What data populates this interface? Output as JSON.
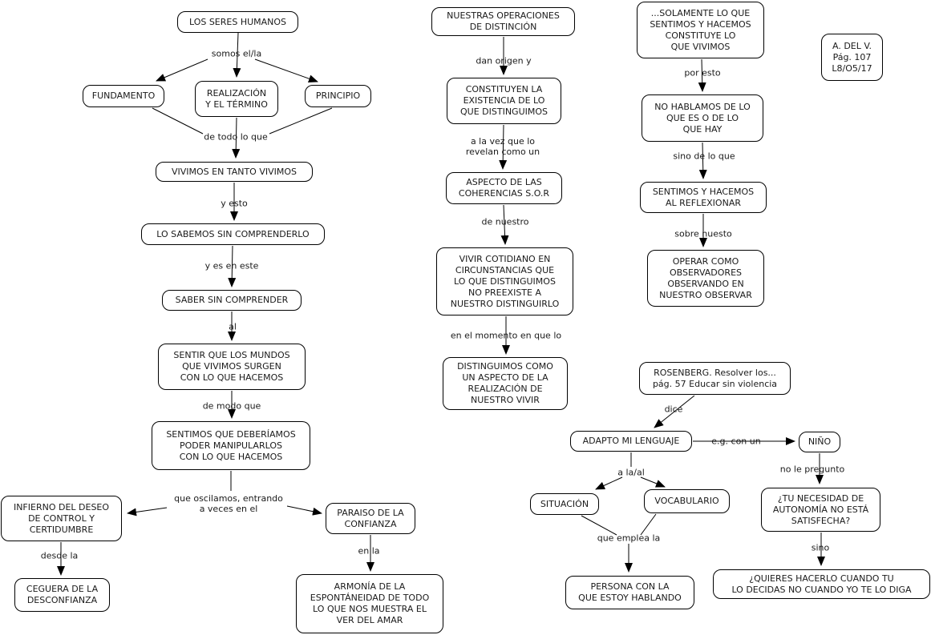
{
  "colors": {
    "background": "#ffffff",
    "node_fill": "#ffffff",
    "node_border": "#000000",
    "line": "#000000",
    "text": "#1a1a1a"
  },
  "nodes": {
    "seres_humanos": {
      "text": "LOS SERES HUMANOS"
    },
    "fundamento": {
      "text": "FUNDAMENTO"
    },
    "realizacion": {
      "text": "REALIZACIÓN\nY EL TÉRMINO"
    },
    "principio": {
      "text": "PRINCIPIO"
    },
    "vivimos": {
      "text": "VIVIMOS EN TANTO VIVIMOS"
    },
    "sabemos": {
      "text": "LO SABEMOS SIN COMPRENDERLO"
    },
    "saber": {
      "text": "SABER SIN COMPRENDER"
    },
    "sentir": {
      "text": "SENTIR QUE LOS MUNDOS\nQUE VIVIMOS SURGEN\nCON LO QUE HACEMOS"
    },
    "sentimos_deberiamos": {
      "text": "SENTIMOS QUE DEBERÍAMOS\nPODER MANIPULARLOS\nCON LO QUE HACEMOS"
    },
    "infierno": {
      "text": "INFIERNO DEL DESEO\nDE CONTROL Y\nCERTIDUMBRE"
    },
    "ceguera": {
      "text": "CEGUERA DE LA\nDESCONFIANZA"
    },
    "paraiso": {
      "text": "PARAISO DE LA\nCONFIANZA"
    },
    "armonia": {
      "text": "ARMONÍA DE LA\nESPONTÁNEIDAD DE TODO\nLO QUE NOS MUESTRA EL\nVER DEL AMAR"
    },
    "operaciones": {
      "text": "NUESTRAS OPERACIONES\nDE DISTINCIÓN"
    },
    "constituyen": {
      "text": "CONSTITUYEN LA\nEXISTENCIA DE LO\nQUE DISTINGUIMOS"
    },
    "aspecto": {
      "text": "ASPECTO DE LAS\nCOHERENCIAS S.O.R"
    },
    "vivir_cotidiano": {
      "text": "VIVIR COTIDIANO EN\nCIRCUNSTANCIAS QUE\nLO QUE DISTINGUIMOS\nNO PREEXISTE A\nNUESTRO DISTINGUIRLO"
    },
    "distinguimos": {
      "text": "DISTINGUIMOS COMO\nUN ASPECTO DE LA\nREALIZACIÓN DE\nNUESTRO VIVIR"
    },
    "solamente": {
      "text": "...SOLAMENTE LO QUE\nSENTIMOS Y HACEMOS\nCONSTITUYE LO\nQUE VIVIMOS"
    },
    "no_hablamos": {
      "text": "NO HABLAMOS DE LO\nQUE ES O DE LO\nQUE HAY"
    },
    "adv_ref": {
      "text": "A. DEL V.\nPág. 107\nL8/O5/17"
    },
    "sentimos_reflexionar": {
      "text": "SENTIMOS Y HACEMOS\nAL REFLEXIONAR"
    },
    "operar": {
      "text": "OPERAR COMO\nOBSERVADORES\nOBSERVANDO EN\nNUESTRO OBSERVAR"
    },
    "rosenberg": {
      "text": "ROSENBERG. Resolver los...\npág. 57 Educar sin violencia"
    },
    "adapto": {
      "text": "ADAPTO MI LENGUAJE"
    },
    "nino": {
      "text": "NIÑO"
    },
    "situacion": {
      "text": "SITUACIÓN"
    },
    "vocabulario": {
      "text": "VOCABULARIO"
    },
    "persona": {
      "text": "PERSONA CON LA\nQUE ESTOY HABLANDO"
    },
    "necesidad": {
      "text": "¿TU NECESIDAD DE\nAUTONOMÍA NO ESTÁ\nSATISFECHA?"
    },
    "quieres": {
      "text": "¿QUIERES HACERLO CUANDO TU\nLO DECIDAS NO CUANDO YO TE LO DIGA"
    }
  },
  "links": {
    "somos": {
      "text": "somos el/la"
    },
    "de_todo": {
      "text": "de todo lo que"
    },
    "y_esto": {
      "text": "y esto"
    },
    "y_es_en_este": {
      "text": "y es en este"
    },
    "al": {
      "text": "al"
    },
    "de_modo_que": {
      "text": "de modo que"
    },
    "que_oscilamos": {
      "text": "que oscilamos, entrando\na veces en el"
    },
    "desde_la": {
      "text": "desde la"
    },
    "en_la": {
      "text": "en la"
    },
    "dan_origen": {
      "text": "dan origen y"
    },
    "a_la_vez": {
      "text": "a la vez que lo\nrevelan como un"
    },
    "de_nuestro": {
      "text": "de nuestro"
    },
    "en_el_momento": {
      "text": "en el momento en que lo"
    },
    "por_esto": {
      "text": "por esto"
    },
    "sino_de_lo_que": {
      "text": "sino de lo que"
    },
    "sobre_nuesto": {
      "text": "sobre nuesto"
    },
    "dice": {
      "text": "dice"
    },
    "eg_con_un": {
      "text": "e.g. con un"
    },
    "a_la_al": {
      "text": "a la/al"
    },
    "que_emplea": {
      "text": "que emplea la"
    },
    "no_le_pregunto": {
      "text": "no le pregunto"
    },
    "sino": {
      "text": "sino"
    }
  }
}
